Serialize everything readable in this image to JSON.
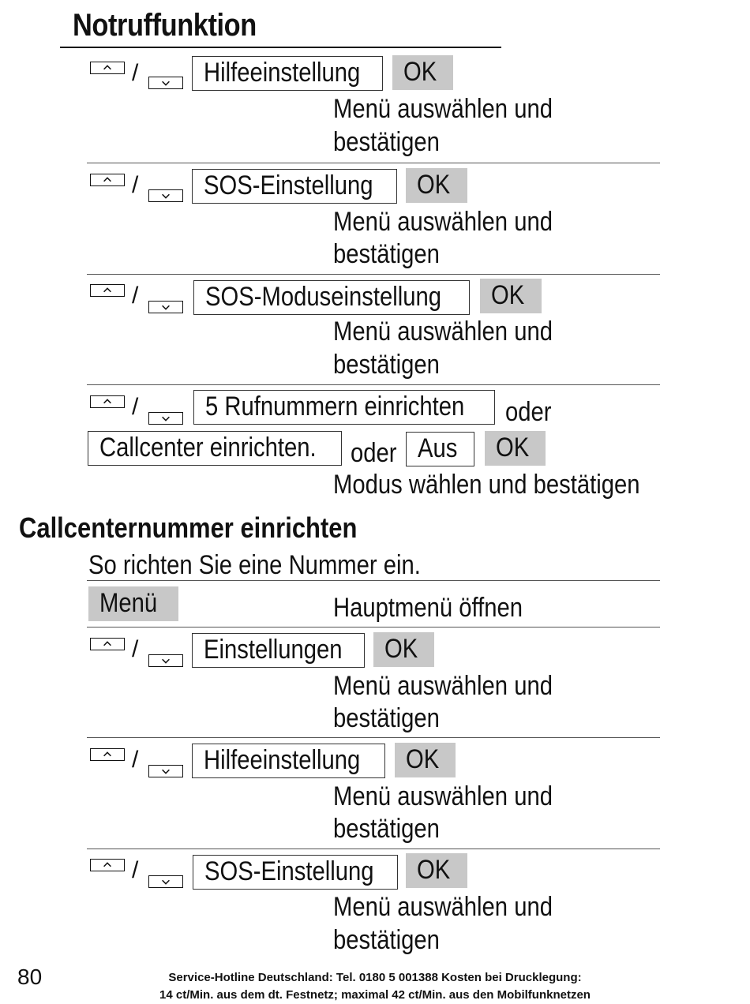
{
  "heading": "Notruffunktion",
  "steps1": [
    {
      "field": "Hilfeeinstellung",
      "ok": "OK",
      "desc1": "Menü auswählen und",
      "desc2": "bestätigen"
    },
    {
      "field": "SOS-Einstellung",
      "ok": "OK",
      "desc1": "Menü auswählen und",
      "desc2": "bestätigen"
    },
    {
      "field": "SOS-Moduseinstellung",
      "ok": "OK",
      "desc1": "Menü auswählen und",
      "desc2": "bestätigen"
    }
  ],
  "mode_step": {
    "option1": "5 Rufnummern einrichten",
    "or1": "oder",
    "option2": "Callcenter einrichten.",
    "or2": "oder",
    "option3": "Aus",
    "ok": "OK",
    "desc": "Modus wählen und bestätigen"
  },
  "slash": "/",
  "section2": {
    "heading": "Callcenternummer einrichten",
    "intro": "So richten Sie eine Nummer ein.",
    "menu_button": "Menü",
    "menu_desc": "Hauptmenü öffnen"
  },
  "steps2": [
    {
      "field": "Einstellungen",
      "ok": "OK",
      "desc1": "Menü auswählen und",
      "desc2": "bestätigen"
    },
    {
      "field": "Hilfeeinstellung",
      "ok": "OK",
      "desc1": "Menü auswählen und",
      "desc2": "bestätigen"
    },
    {
      "field": "SOS-Einstellung",
      "ok": "OK",
      "desc1": "Menü auswählen und",
      "desc2": "bestätigen"
    }
  ],
  "page_number": "80",
  "footer": {
    "line1": "Service-Hotline Deutschland: Tel. 0180 5 001388 Kosten bei Drucklegung:",
    "line2": "14 ct/Min. aus dem dt. Festnetz; maximal 42 ct/Min. aus den Mobilfunknetzen"
  },
  "icons": {
    "up": "arrow-up-key-icon",
    "down": "arrow-down-key-icon"
  }
}
